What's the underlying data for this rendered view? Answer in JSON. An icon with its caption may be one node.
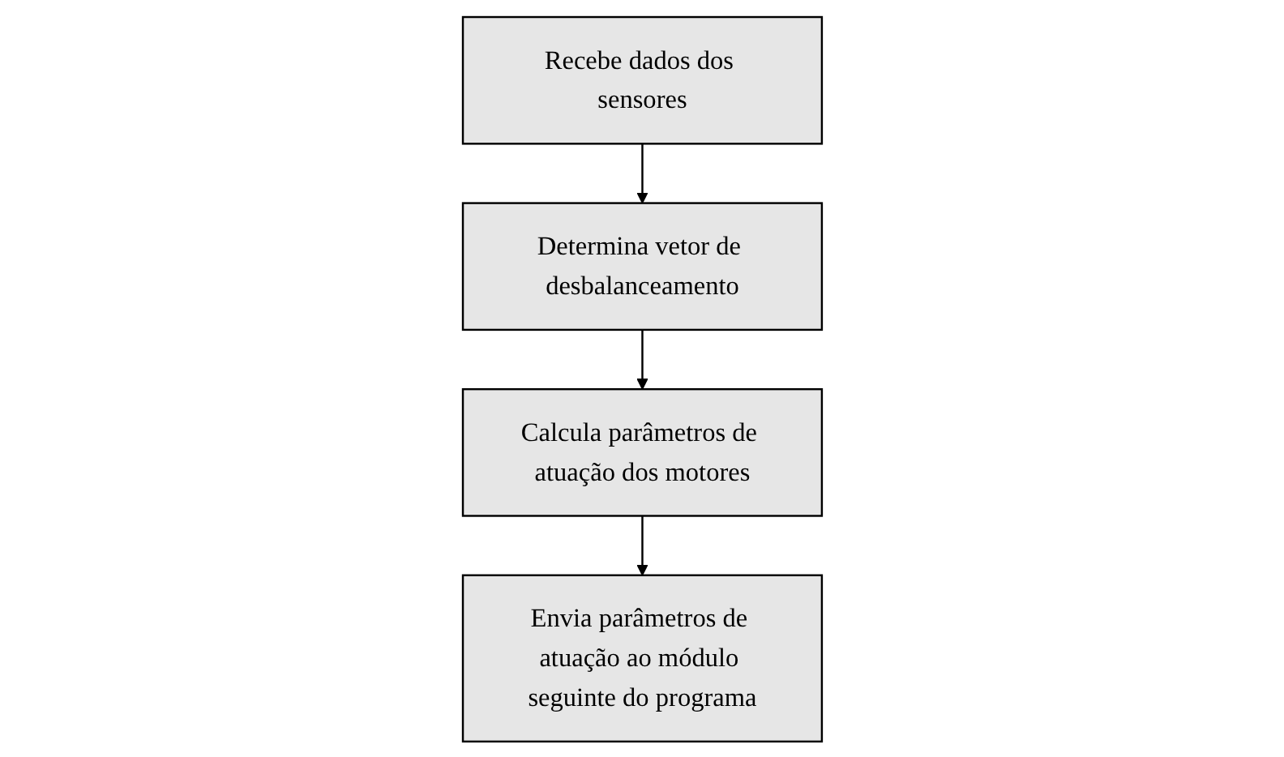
{
  "diagram": {
    "nodes": [
      {
        "text": [
          "Recebe dados dos sensores"
        ]
      },
      {
        "text": [
          "Determina vetor de desbalanceamento"
        ]
      },
      {
        "text": [
          "Calcula parâmetros de atuação dos motores"
        ]
      },
      {
        "text": [
          "Envia parâmetros de atuação ao módulo seguinte do programa"
        ]
      }
    ],
    "edges": [
      {
        "from": 0,
        "to": 1,
        "arrow": "to"
      },
      {
        "from": 1,
        "to": 2,
        "arrow": "to"
      },
      {
        "from": 2,
        "to": 3,
        "arrow": "to"
      }
    ]
  }
}
